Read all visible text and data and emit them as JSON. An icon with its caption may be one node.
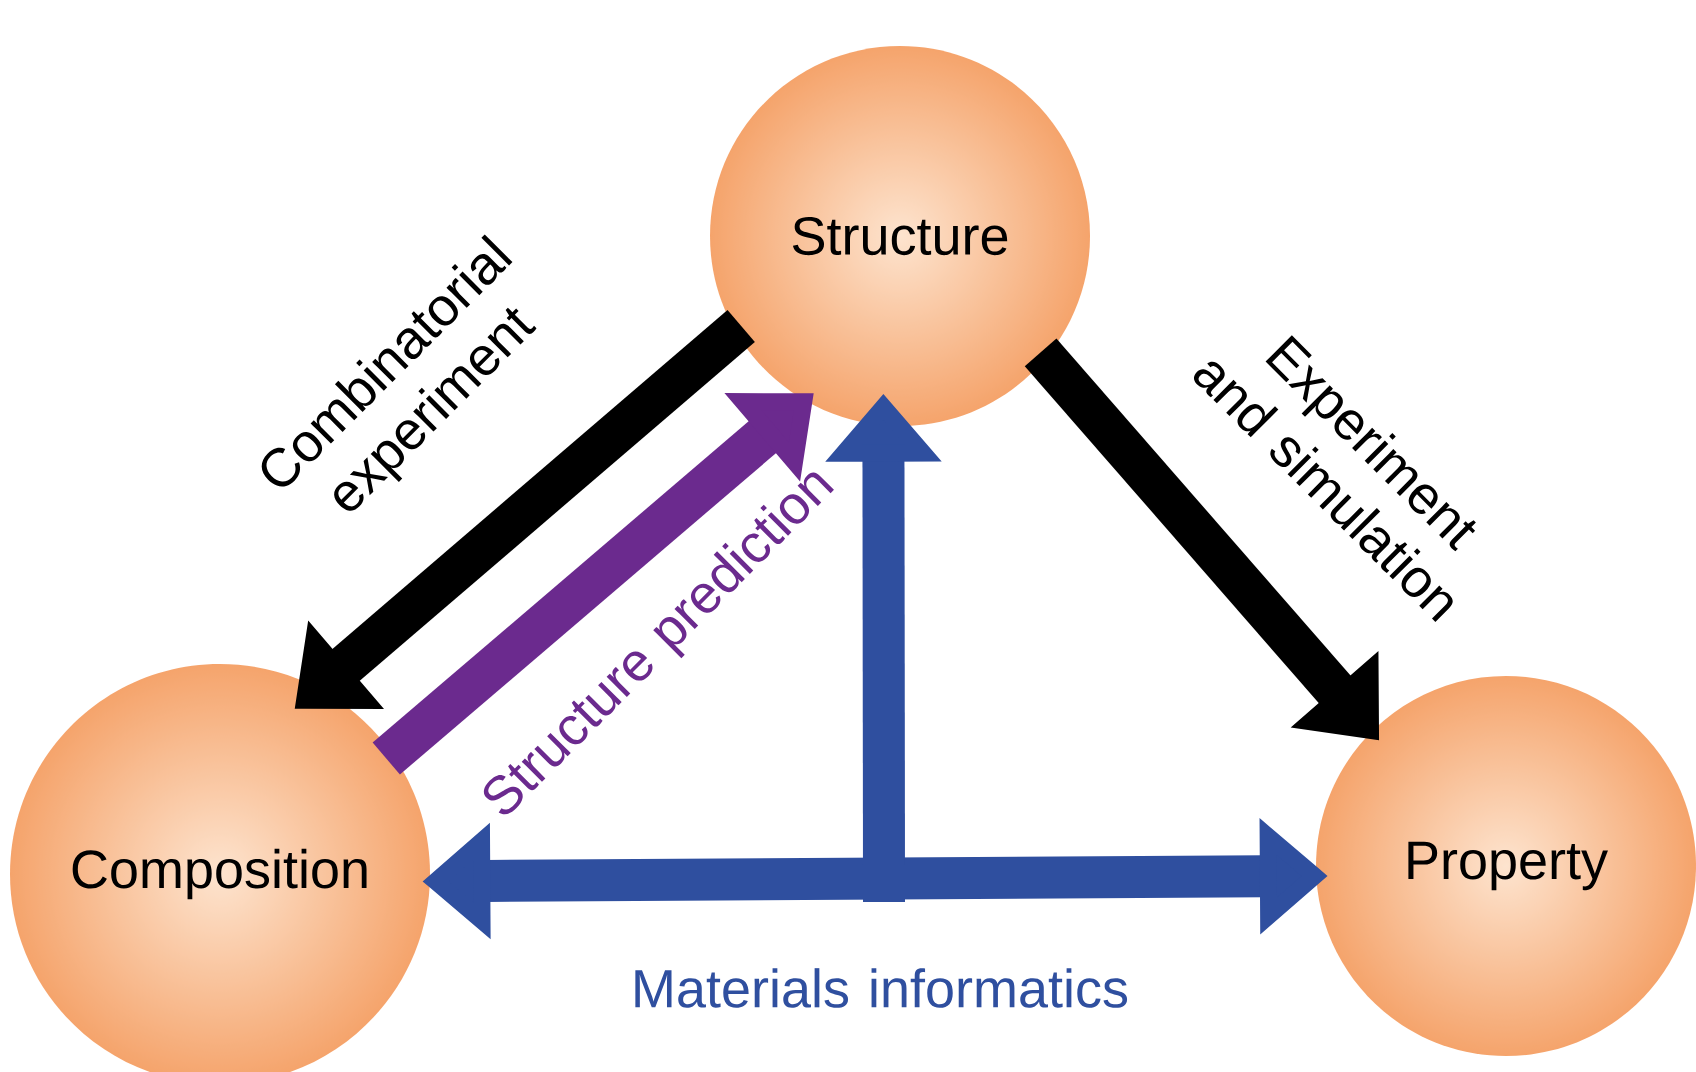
{
  "diagram": {
    "nodes": [
      {
        "text": [
          "Structure"
        ]
      },
      {
        "text": [
          "Composition"
        ]
      },
      {
        "text": [
          "Property"
        ]
      }
    ],
    "edges": [
      {
        "from": 0,
        "to": 1,
        "arrow": "to",
        "label": "Combinatorial experiment",
        "color": "#000000"
      },
      {
        "from": 1,
        "to": 0,
        "arrow": "to",
        "label": "Structure prediction",
        "color": "#6b2a8e"
      },
      {
        "from": 0,
        "to": 2,
        "arrow": "to",
        "label": "Experiment and simulation",
        "color": "#000000"
      },
      {
        "from": 1,
        "to": 2,
        "arrow": "both",
        "label": "Materials informatics",
        "color": "#2f4f9f"
      },
      {
        "from": null,
        "to": 0,
        "arrow": "to",
        "color": "#2f4f9f"
      }
    ]
  }
}
